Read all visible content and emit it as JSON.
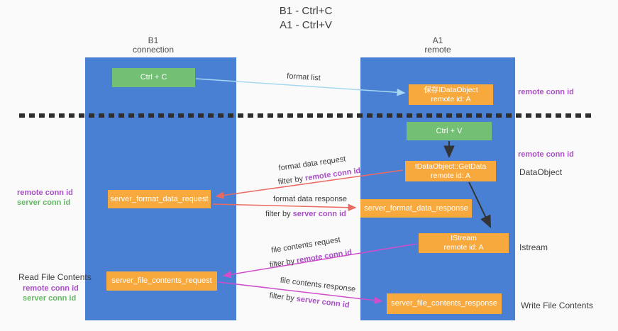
{
  "title": {
    "line1": "B1 - Ctrl+C",
    "line2": "A1 - Ctrl+V"
  },
  "columns": {
    "left": {
      "name": "B1",
      "role": "connection"
    },
    "right": {
      "name": "A1",
      "role": "remote"
    }
  },
  "boxes": {
    "ctrl_c": "Ctrl + C",
    "save_line1": "保存IDataObject",
    "save_line2": "remote id: A",
    "ctrl_v": "Ctrl + V",
    "getdata_line1": "IDataObject::GetData",
    "getdata_line2": "remote id: A",
    "istream_line1": "IStream",
    "istream_line2": "remote id: A",
    "format_request": "server_format_data_request",
    "format_response": "server_format_data_response",
    "file_request": "server_file_contents_request",
    "file_response": "server_file_contents_response"
  },
  "side_labels": {
    "remote_conn_id": "remote conn id",
    "server_conn_id": "server conn id",
    "dataobject": "DataObject",
    "istream": "Istream",
    "read_file_contents": "Read File Contents",
    "write_file_contents": "Write File Contents"
  },
  "flow_labels": {
    "format_list": "format list",
    "format_data_request": "format data request",
    "format_data_response": "format data response",
    "file_contents_request": "file contents request",
    "file_contents_response": "file contents response",
    "filter_by": "filter by ",
    "remote_conn_id": "remote conn id",
    "server_conn_id": "server conn id"
  },
  "colors": {
    "column_blue": "#4a80d4",
    "box_green": "#73bf74",
    "box_orange": "#f8a93d",
    "arrow_lightblue": "#a6d8f2",
    "arrow_red": "#e96a62",
    "arrow_magenta": "#cf4ecb",
    "arrow_black": "#333333",
    "text_purple": "#aa4fc8",
    "text_green": "#63b963"
  }
}
